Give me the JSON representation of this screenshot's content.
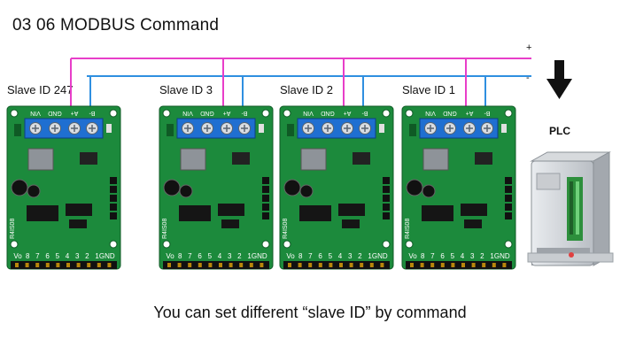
{
  "title": "03 06 MODBUS Command",
  "caption": "You can set different “slave ID” by command",
  "bus": {
    "plus_sign": "+",
    "minus_sign": "-",
    "plus_color": "#e83ec9",
    "minus_color": "#2f8fe0"
  },
  "slaves": [
    {
      "label": "Slave ID 247"
    },
    {
      "label": "Slave ID 3"
    },
    {
      "label": "Slave ID 2"
    },
    {
      "label": "Slave ID 1"
    }
  ],
  "board": {
    "terminal_labels": [
      "VIN",
      "GND",
      "A+",
      "B-"
    ],
    "io_labels": [
      "Vo",
      "8",
      "7",
      "6",
      "5",
      "4",
      "3",
      "2",
      "1",
      "GND"
    ],
    "side_label": "R4IS08",
    "pcb_color": "#1c8a3c",
    "terminal_color": "#1f6fd1"
  },
  "plc": {
    "label": "PLC"
  }
}
